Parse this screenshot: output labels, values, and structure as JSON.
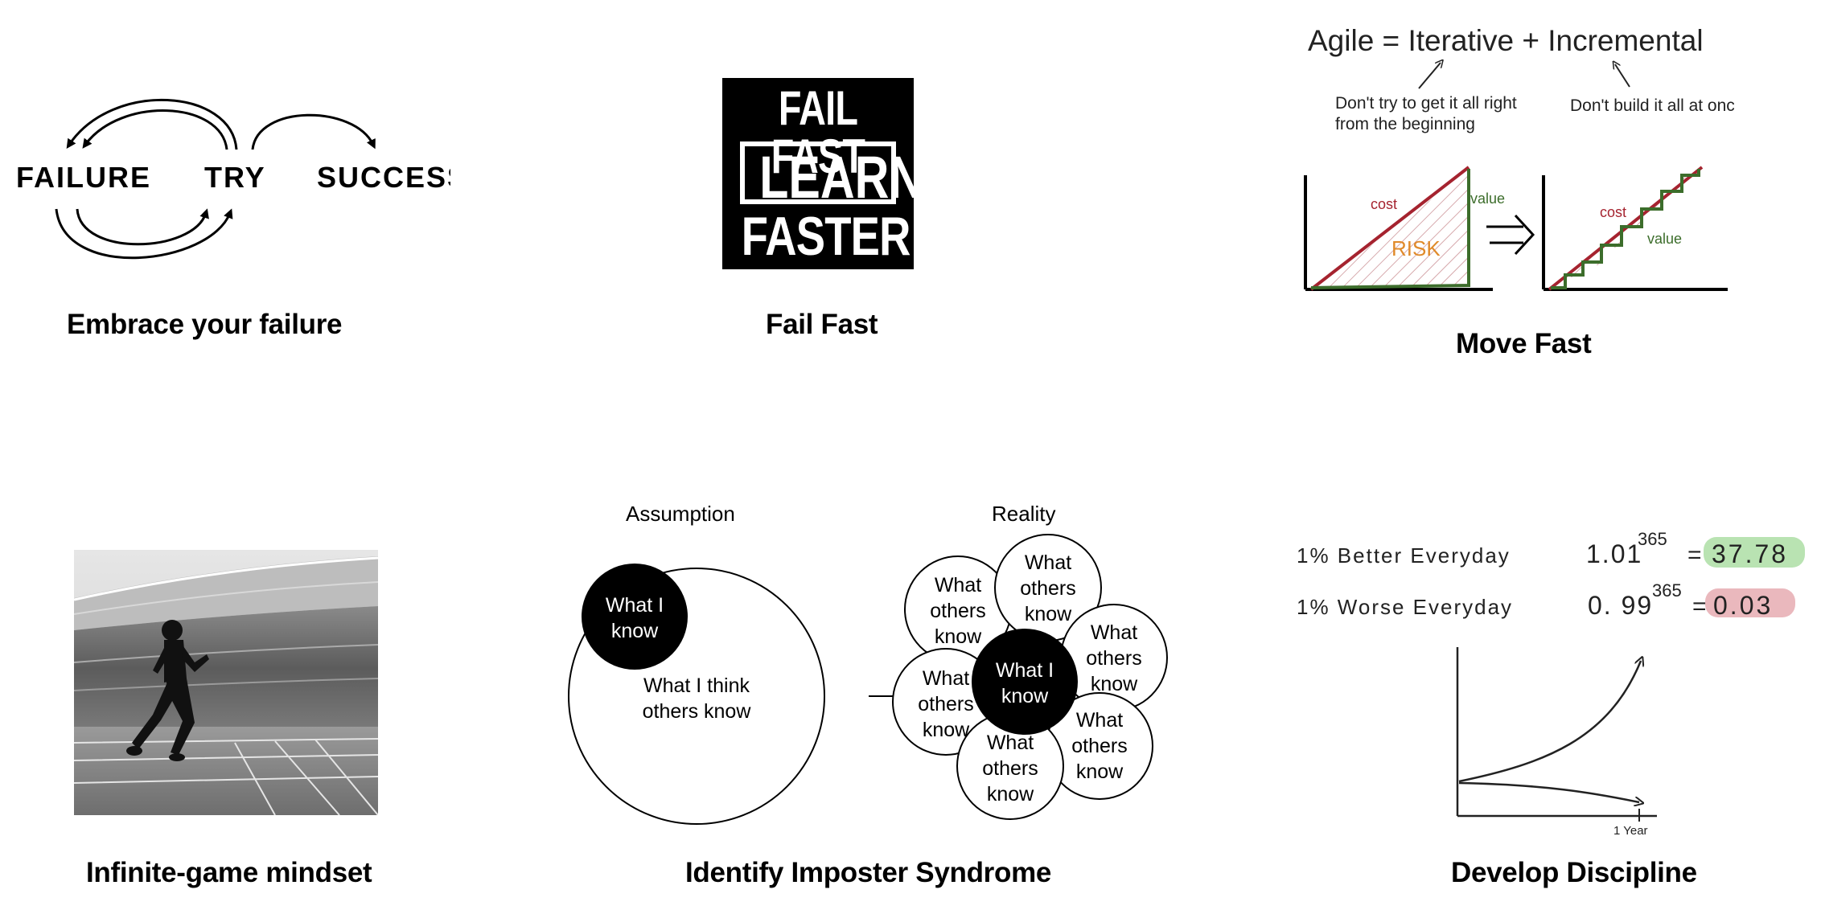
{
  "captions": {
    "embrace": "Embrace your failure",
    "fail_fast": "Fail Fast",
    "move_fast": "Move Fast",
    "infinite": "Infinite-game mindset",
    "imposter": "Identify Imposter Syndrome",
    "discipline": "Develop Discipline"
  },
  "cycle": {
    "failure": "FAILURE",
    "try": "TRY",
    "success": "SUCCESS"
  },
  "fail_fast_logo": {
    "line1": "FAIL FAST",
    "line2": "LEARN",
    "line3": "FASTER"
  },
  "agile": {
    "equation": "Agile = Iterative + Incremental",
    "note_left_1": "Don't try to get it all right",
    "note_left_2": "from the beginning",
    "note_right": "Don't build it all at once",
    "cost": "cost",
    "value": "value",
    "risk": "RISK",
    "cost_2": "cost",
    "value_2": "value"
  },
  "imposter": {
    "assumption": "Assumption",
    "reality": "Reality",
    "what_i_know_1": "What I",
    "what_i_know_2": "know",
    "think_1": "What I  think",
    "think_2": "others know",
    "others_1": "What",
    "others_2": "others",
    "others_3": "know"
  },
  "discipline": {
    "better_label": "1% Better Everyday",
    "worse_label": "1% Worse Everyday",
    "better_base": "1.01",
    "worse_base": "0. 99",
    "exponent": "365",
    "equals": "=",
    "better_result": "37.78",
    "worse_result": "0.03",
    "axis_label": "1 Year",
    "better_color": "#b9e3b2",
    "worse_color": "#eab8bd"
  },
  "colors": {
    "cost_line": "#a5232f",
    "value_line": "#3c6d2b",
    "risk_text": "#e08a2a"
  }
}
